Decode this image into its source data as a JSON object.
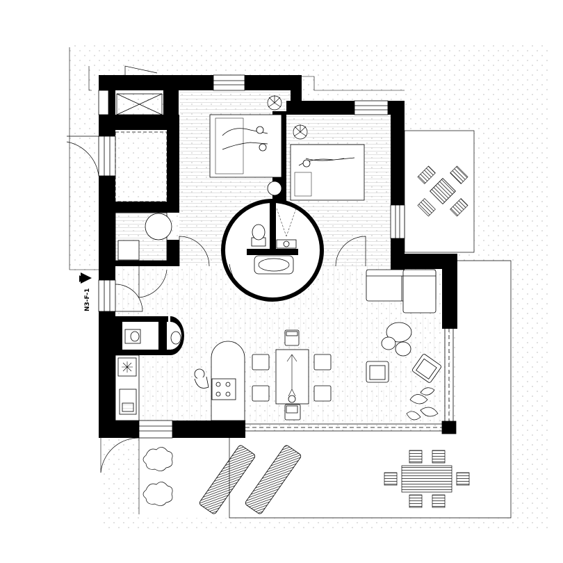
{
  "plan": {
    "section_marker": {
      "label": "N3-F-1",
      "direction": "east"
    },
    "rooms": [
      "bedroom-main",
      "bedroom-second",
      "bathroom-round",
      "storage",
      "laundry",
      "entry",
      "wc",
      "kitchen",
      "living-dining",
      "terrace-covered",
      "balcony"
    ],
    "colors": {
      "wall": "#000000",
      "line": "#000000",
      "floor_hatch": "#cfcfcf",
      "site_dots": "#c8c8c8",
      "fill": "#ffffff"
    },
    "icons": [
      "double-bed-icon",
      "single-bed-icon",
      "plant-icon",
      "toilet-icon",
      "bathtub-icon",
      "sink-icon",
      "sofa-icon",
      "armchair-icon",
      "dining-table-icon",
      "chair-icon",
      "coffee-table-icon",
      "washing-machine-icon",
      "stove-icon",
      "kitchen-sink-icon",
      "sun-lounger-icon",
      "bush-icon",
      "patio-table-icon",
      "person-icon"
    ]
  }
}
